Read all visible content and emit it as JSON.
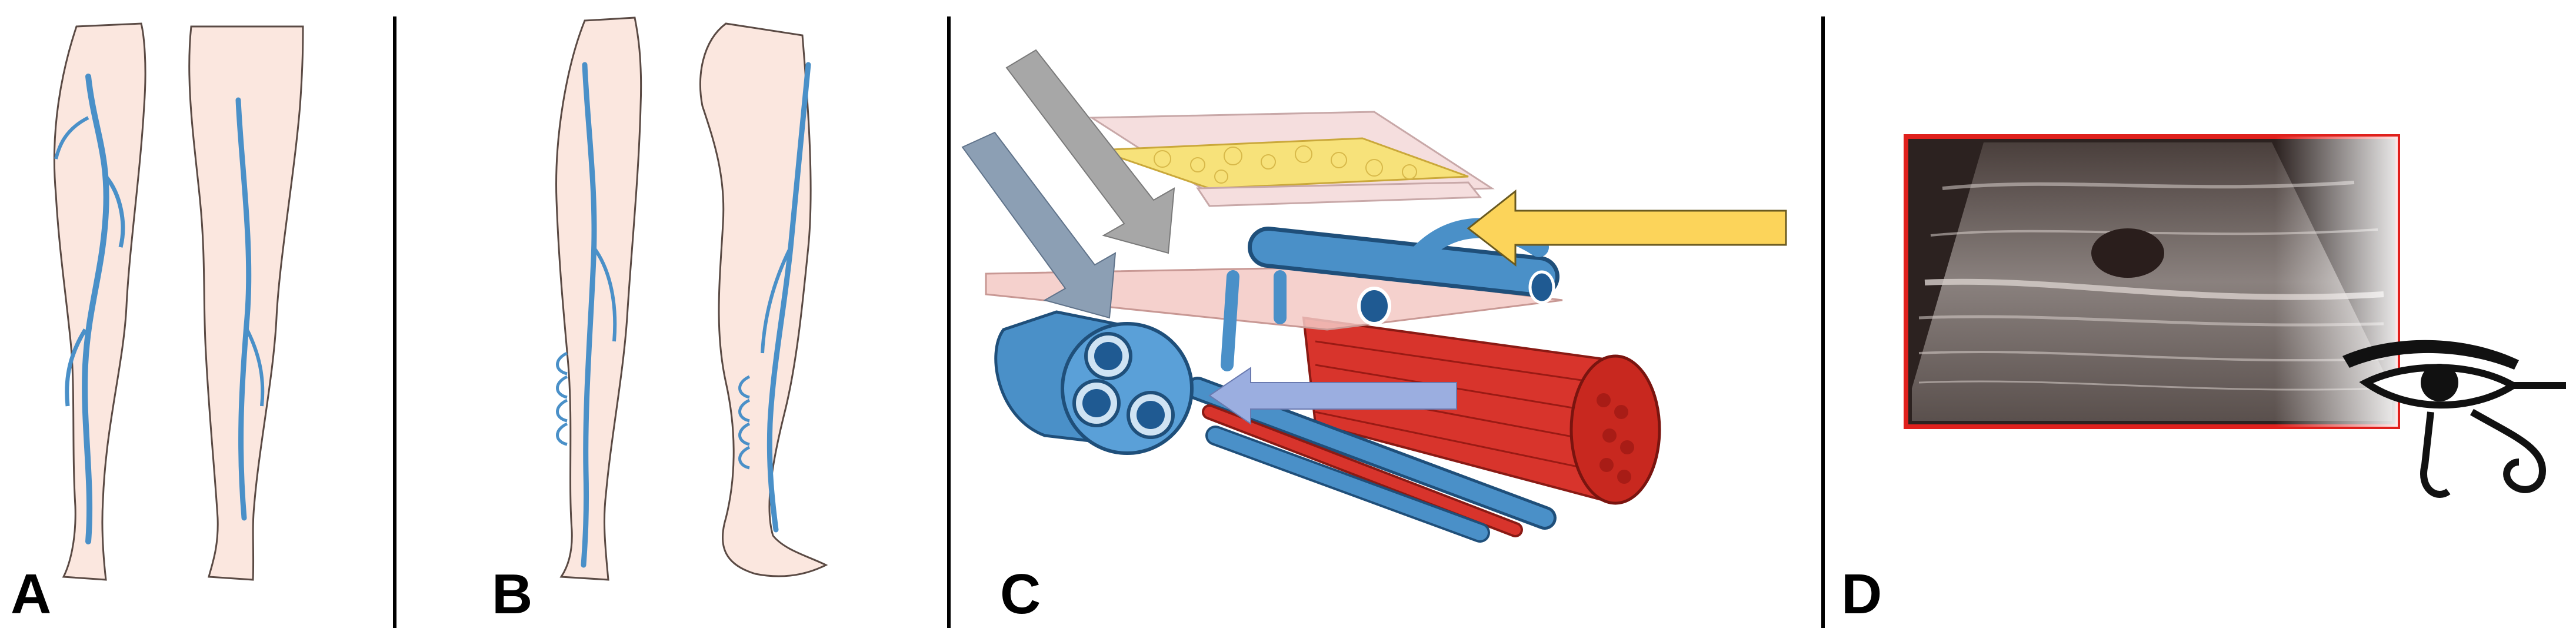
{
  "panels": [
    {
      "letter": "A",
      "subject": "great-saphenous-vein-legs"
    },
    {
      "letter": "B",
      "subject": "small-saphenous-vein-legs"
    },
    {
      "letter": "C",
      "subject": "fascial-compartment-cross-section"
    },
    {
      "letter": "D",
      "subject": "ultrasound-saphenous-eye"
    }
  ],
  "colors": {
    "skin": "#fbe7df",
    "skin_outline": "#5a4a44",
    "vein": "#4a90c8",
    "vein_dark": "#1f4f7a",
    "artery": "#d8342c",
    "fat": "#f7e27a",
    "fascia": "#f3c9c4",
    "arrow_gray": "#a7a7a7",
    "arrow_slate": "#8c9fb4",
    "arrow_yellow": "#fcd45a",
    "arrow_lavender": "#9baee0",
    "ultrasound_frame": "#e0201c"
  }
}
